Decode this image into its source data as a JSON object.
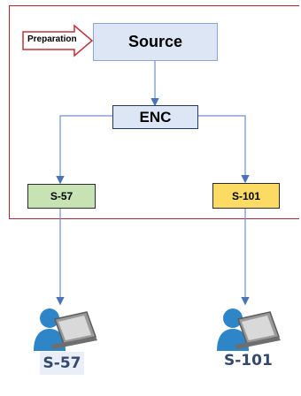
{
  "preparation_label": "Preparation",
  "source_label": "Source",
  "enc_label": "ENC",
  "products": [
    {
      "label": "S-57",
      "color": "#c7e3b4"
    },
    {
      "label": "S-101",
      "color": "#fcdb64"
    }
  ],
  "users": [
    {
      "label": "S-57",
      "icon": "user-laptop-icon"
    },
    {
      "label": "S-101",
      "icon": "user-laptop-icon"
    }
  ],
  "colors": {
    "frame": "#b3262d",
    "connector": "#6f8fc9",
    "box_fill": "#dde6f5",
    "user_blue": "#2e86c8"
  }
}
